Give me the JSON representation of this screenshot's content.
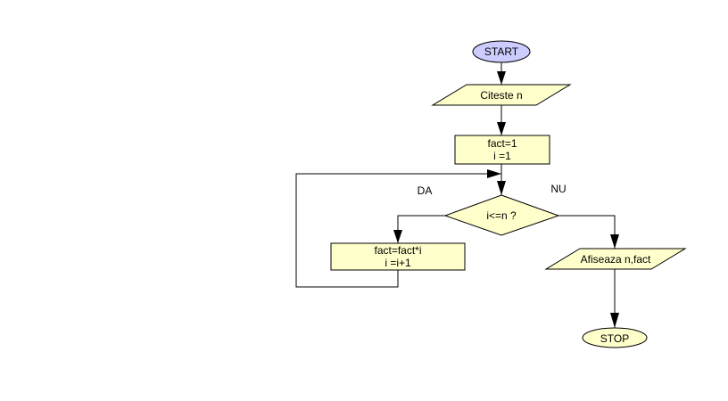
{
  "flowchart": {
    "colors": {
      "terminal_start_fill": "#ccccff",
      "terminal_stop_fill": "#ffffcc",
      "process_fill": "#ffffcc",
      "stroke": "#000000",
      "background": "#ffffff"
    },
    "nodes": {
      "start": {
        "type": "terminal",
        "text": "START"
      },
      "read": {
        "type": "input",
        "text": "Citeste n"
      },
      "init": {
        "type": "process",
        "lines": [
          "fact=1",
          "i =1"
        ]
      },
      "cond": {
        "type": "decision",
        "text": "i<=n ?"
      },
      "body": {
        "type": "process",
        "lines": [
          "fact=fact*i",
          "i =i+1"
        ]
      },
      "output": {
        "type": "output",
        "text": "Afiseaza n,fact"
      },
      "stop": {
        "type": "terminal",
        "text": "STOP"
      }
    },
    "edges": [
      {
        "from": "start",
        "to": "read"
      },
      {
        "from": "read",
        "to": "init"
      },
      {
        "from": "init",
        "to": "cond"
      },
      {
        "from": "cond",
        "to": "body",
        "label": "DA"
      },
      {
        "from": "body",
        "to": "cond",
        "label": ""
      },
      {
        "from": "cond",
        "to": "output",
        "label": "NU"
      },
      {
        "from": "output",
        "to": "stop"
      }
    ],
    "branch_labels": {
      "yes": "DA",
      "no": "NU"
    }
  }
}
